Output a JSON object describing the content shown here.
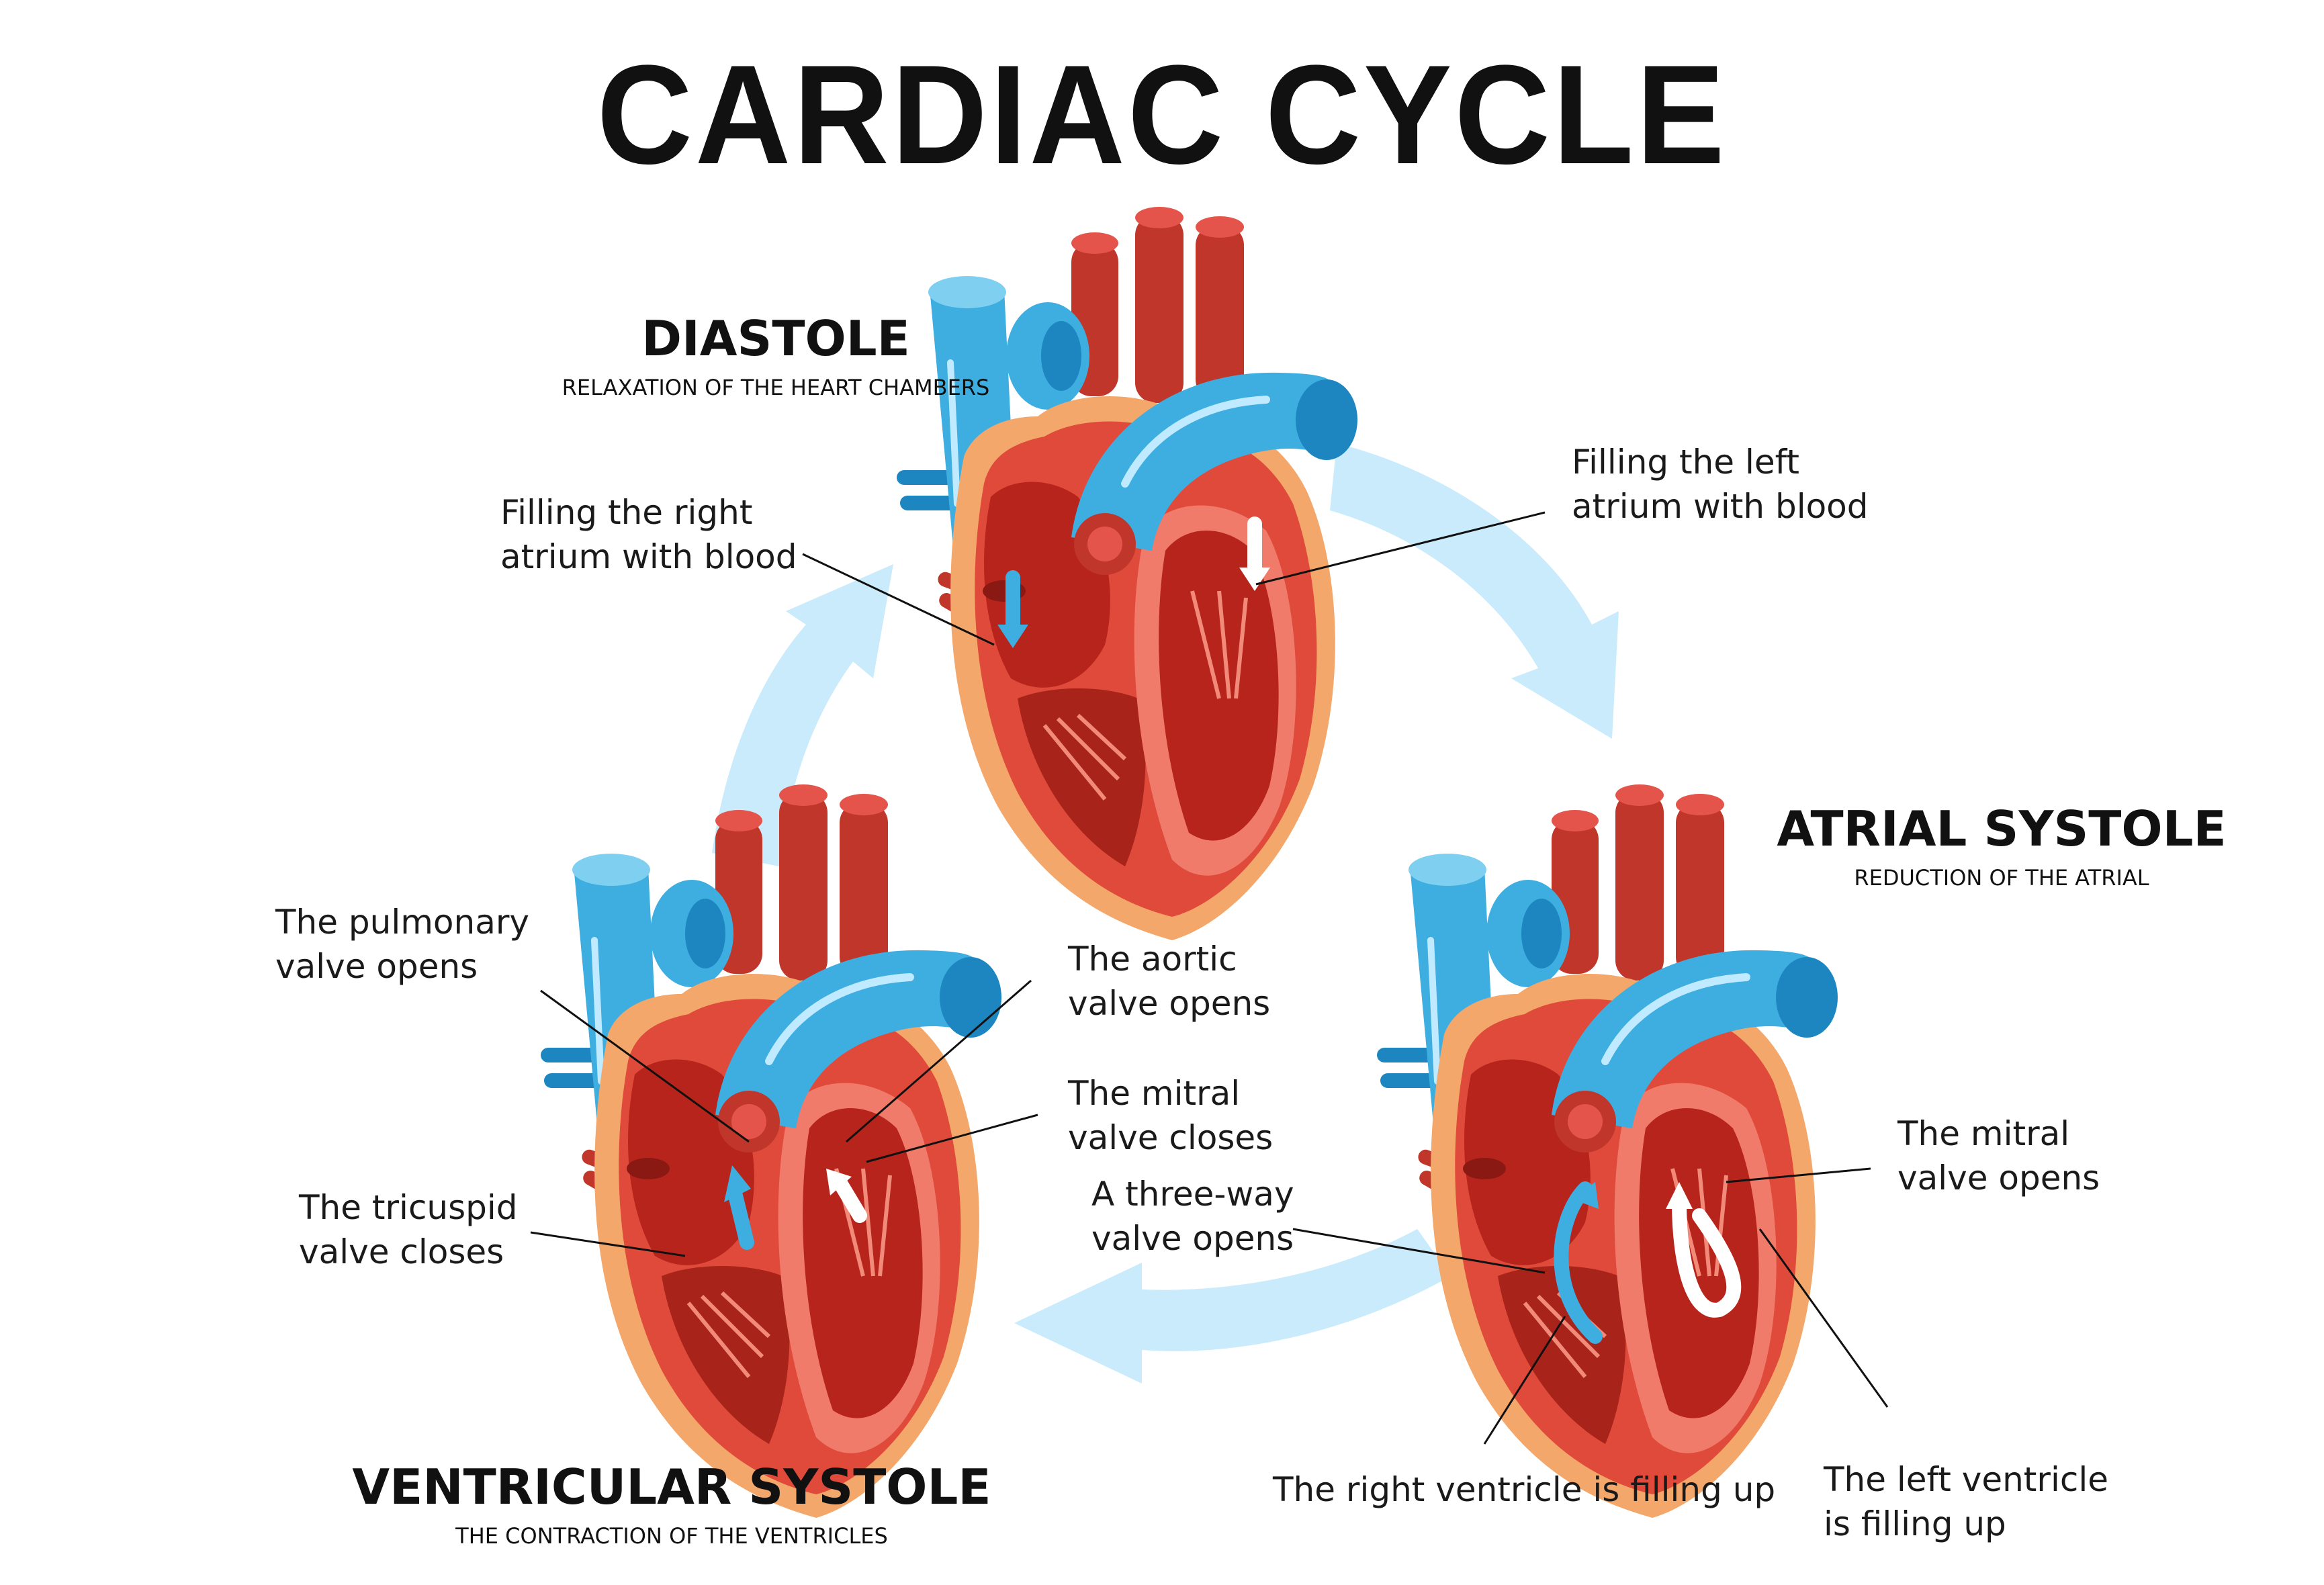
{
  "title": "CARDIAC CYCLE",
  "phases": {
    "diastole": {
      "name": "DIASTOLE",
      "desc": "RELAXATION OF THE HEART CHAMBERS"
    },
    "atrial": {
      "name": "ATRIAL SYSTOLE",
      "desc": "REDUCTION OF THE ATRIAL"
    },
    "ventricular": {
      "name": "VENTRICULAR SYSTOLE",
      "desc": "THE CONTRACTION OF THE VENTRICLES"
    }
  },
  "labels": {
    "right_atrium": "Filling the right\natrium with blood",
    "left_atrium": "Filling the left\natrium with blood",
    "pulmonary": "The pulmonary\nvalve opens",
    "aortic": "The aortic\nvalve opens",
    "mitral_closes": "The mitral\nvalve closes",
    "tricuspid": "The tricuspid\nvalve closes",
    "three_way": "A three-way\nvalve opens",
    "mitral_opens": "The mitral\nvalve opens",
    "right_ventricle": "The right ventricle is filling up",
    "left_ventricle": "The left ventricle\nis filling up"
  },
  "colors": {
    "cycle_arrow": "#c9ebfb",
    "artery_red": "#d93a2b",
    "artery_dark": "#a8231a",
    "vein_blue": "#3eaee0",
    "vein_dark": "#1d86c0",
    "fat_orange": "#f3a76a",
    "tissue_pink": "#f07b6a"
  }
}
